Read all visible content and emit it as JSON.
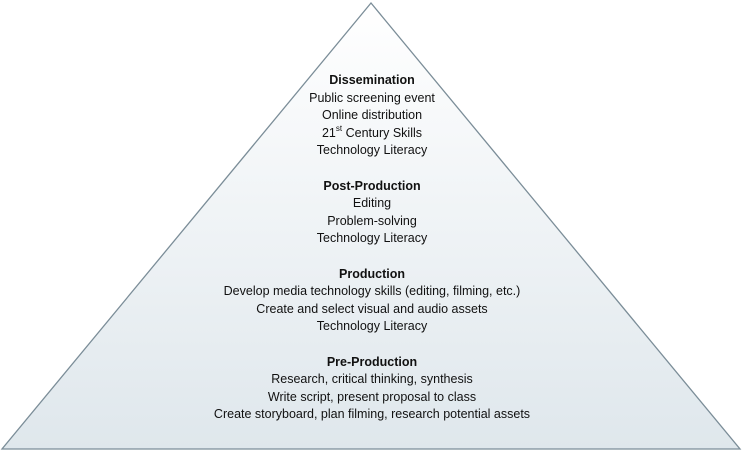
{
  "colors": {
    "fill_top": "#ffffff",
    "fill_bottom": "#dfe7ec",
    "outline": "#7b8d98",
    "text": "#111111"
  },
  "sections": [
    {
      "title": "Dissemination",
      "lines": [
        "Public screening event",
        "Online distribution",
        "Technology Literacy"
      ],
      "skills_line": {
        "prefix": "21",
        "sup": "st",
        "suffix": " Century Skills"
      }
    },
    {
      "title": "Post-Production",
      "lines": [
        "Editing",
        "Problem-solving",
        "Technology Literacy"
      ]
    },
    {
      "title": "Production",
      "lines": [
        "Develop media technology skills (editing, filming, etc.)",
        "Create and select visual and audio assets",
        "Technology Literacy"
      ]
    },
    {
      "title": "Pre-Production",
      "lines": [
        "Research, critical thinking, synthesis",
        "Write script, present proposal to class",
        "Create storyboard, plan filming, research potential assets"
      ]
    }
  ]
}
